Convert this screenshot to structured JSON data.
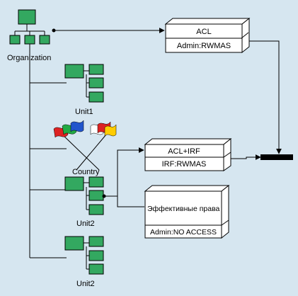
{
  "diagram": {
    "background": "#d6e6f0",
    "node_fill": "#33a860",
    "line_color": "#000000",
    "flag_colors": {
      "left_flag": [
        "#dd2222",
        "#22aa44",
        "#2255cc"
      ],
      "right_flag": [
        "#ffffff",
        "#dd2222",
        "#ffcc00"
      ]
    },
    "labels": {
      "organization": "Organization",
      "unit1": "Unit1",
      "country": "Country",
      "unit2_a": "Unit2",
      "unit2_b": "Unit2"
    },
    "boxes": {
      "acl": {
        "title": "ACL",
        "value": "Admin:RWMAS"
      },
      "acl_irf": {
        "title": "ACL+IRF",
        "value": "IRF:RWMAS"
      },
      "effective": {
        "title": "Эффективные права",
        "value": "Admin:NO ACCESS"
      }
    }
  }
}
